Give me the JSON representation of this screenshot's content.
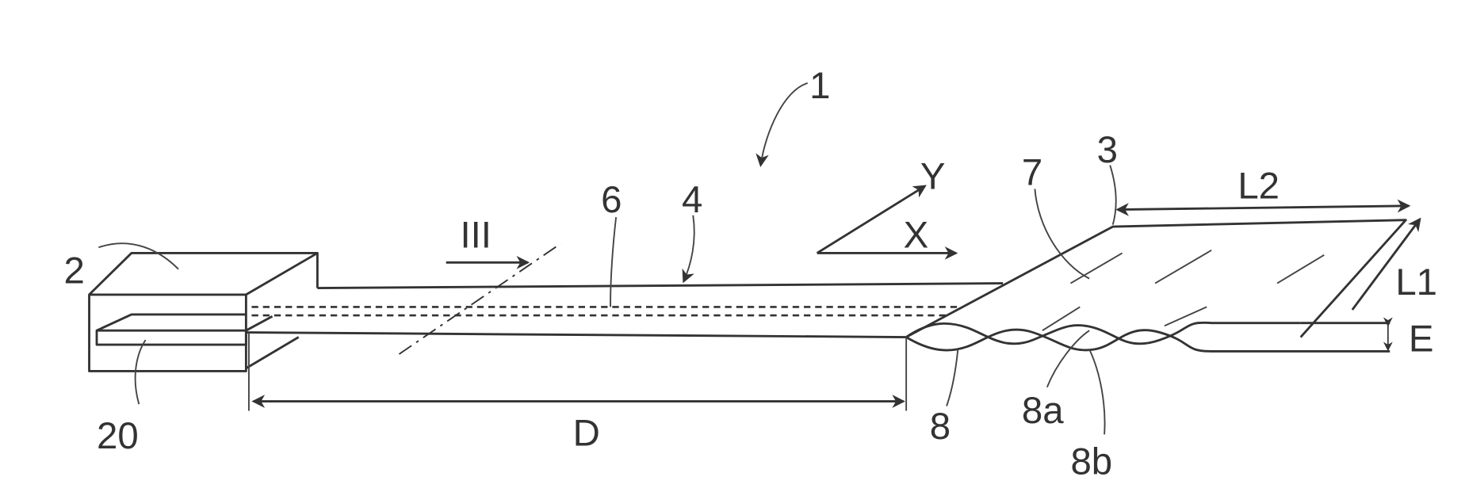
{
  "figure": {
    "labels": {
      "device": "1",
      "block": "2",
      "plate": "3",
      "strip": "4",
      "channel": "6",
      "surface": "7",
      "wave": "8",
      "wave_a": "8a",
      "wave_b": "8b",
      "slot": "20",
      "section": "III",
      "axis_x": "X",
      "axis_y": "Y",
      "length_2": "L2",
      "length_1": "L1",
      "thickness": "E",
      "distance": "D"
    }
  }
}
